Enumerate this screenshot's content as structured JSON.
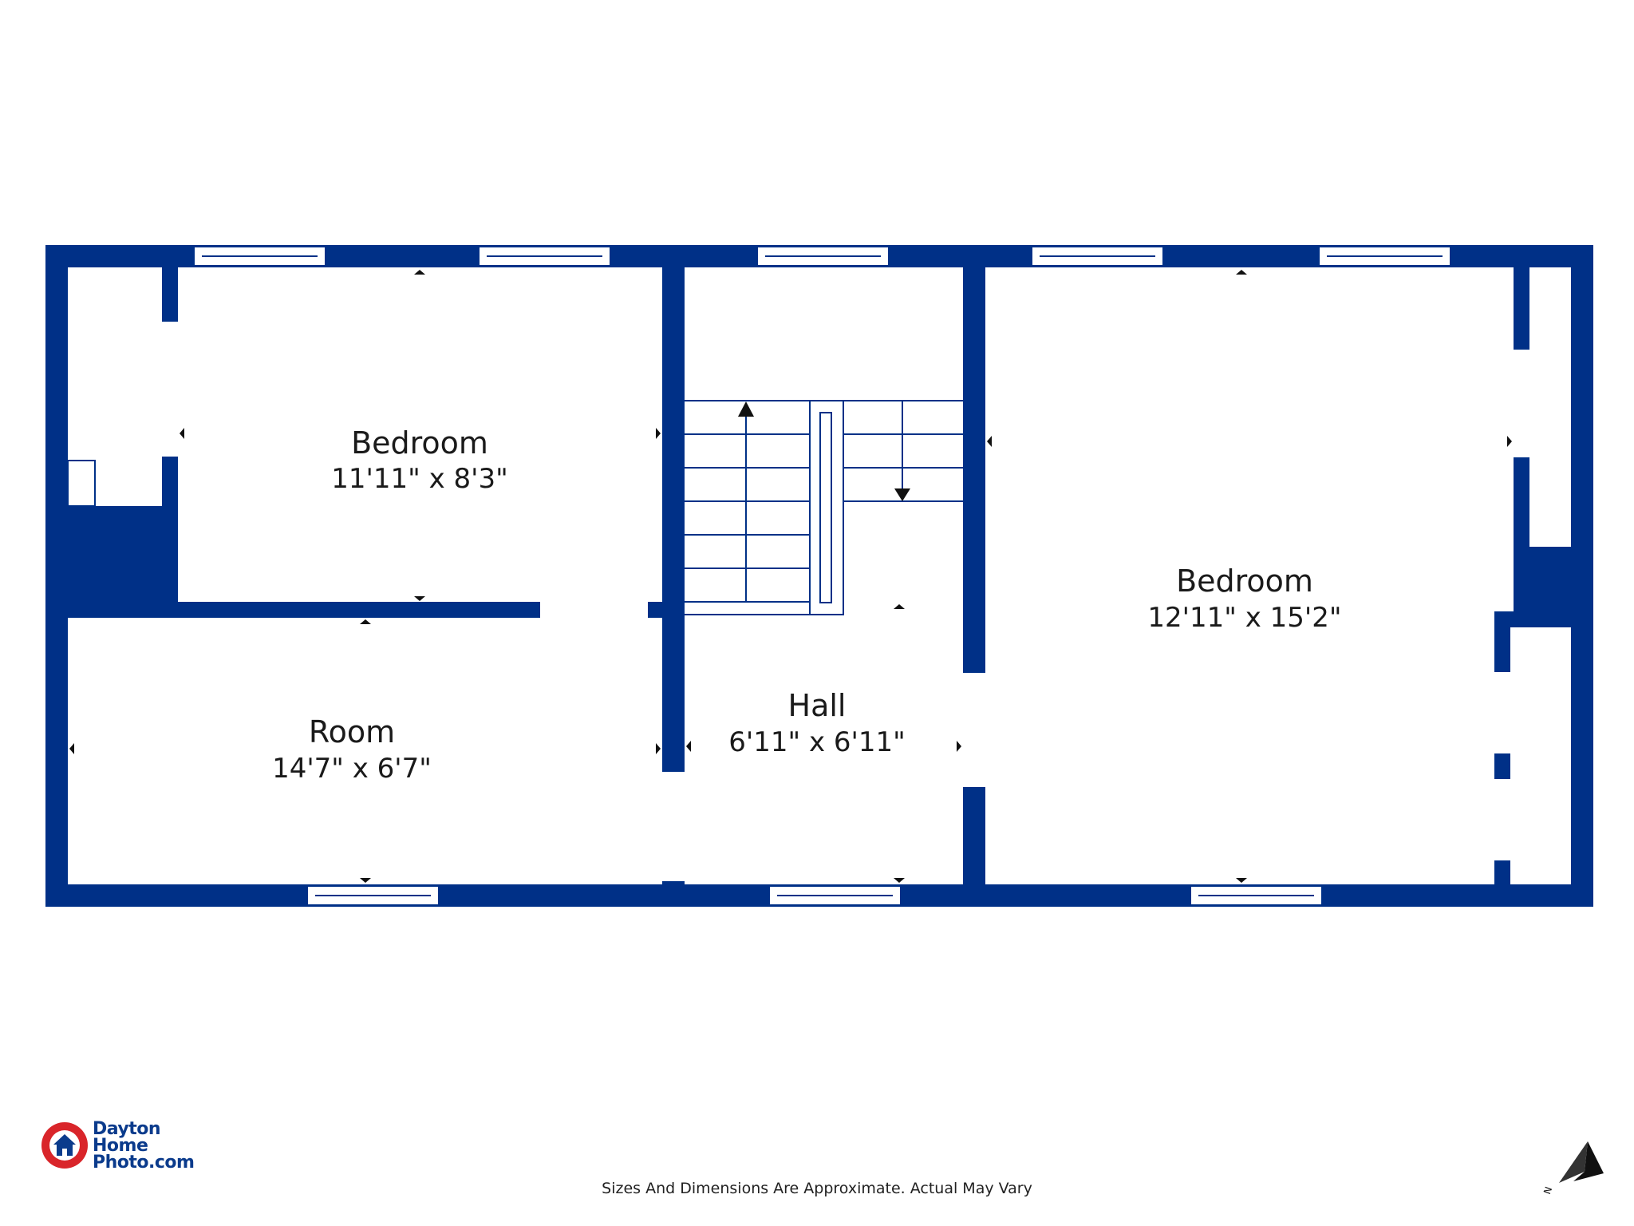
{
  "rooms": [
    {
      "name": "Bedroom",
      "dimensions": "11'11\" x 8'3\""
    },
    {
      "name": "Room",
      "dimensions": "14'7\" x 6'7\""
    },
    {
      "name": "Hall",
      "dimensions": "6'11\" x 6'11\""
    },
    {
      "name": "Bedroom",
      "dimensions": "12'11\" x 15'2\""
    }
  ],
  "disclaimer": "Sizes And Dimensions Are Approximate. Actual May Vary",
  "logo": {
    "line1": "Dayton",
    "line2": "Home",
    "line3": "Photo.com"
  },
  "compass": {
    "label": "N"
  },
  "colors": {
    "wall": "#003087",
    "logo_red": "#d9252a",
    "logo_blue": "#0b3b8c"
  }
}
